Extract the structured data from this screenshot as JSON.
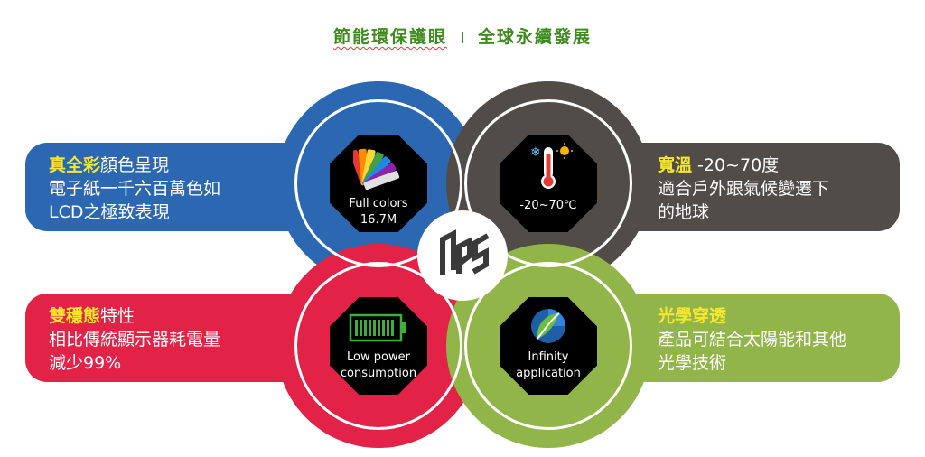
{
  "title": {
    "left": "節能環保護眼",
    "right": "全球永續發展"
  },
  "features": {
    "color": {
      "highlight": "真全彩",
      "line1_rest": "顏色呈現",
      "line2": "電子紙一千六百萬色如",
      "line3": "LCD之極致表現",
      "badge_line1": "Full colors",
      "badge_line2": "16.7M",
      "icon": "color-swatch-icon",
      "color": "#2c67b1"
    },
    "temperature": {
      "highlight": "寬溫",
      "line1_rest": " -20~70度",
      "line2": "適合戶外跟氣候變遷下",
      "line3": "的地球",
      "badge_line1": "-20~70℃",
      "icon": "thermometer-icon",
      "color": "#524c49"
    },
    "power": {
      "highlight": "雙穩態",
      "line1_rest": "特性",
      "line2": "相比傳統顯示器耗電量",
      "line3": "減少99%",
      "badge_line1": "Low power",
      "badge_line2": "consumption",
      "icon": "battery-icon",
      "color": "#e22347"
    },
    "light": {
      "highlight": "光學穿透",
      "line1_rest": "",
      "line2": "產品可結合太陽能和其他",
      "line3": "光學技術",
      "badge_line1": "Infinity",
      "badge_line2": "application",
      "icon": "leaf-globe-icon",
      "color": "#92b54a"
    }
  },
  "logo": "ris-logo"
}
